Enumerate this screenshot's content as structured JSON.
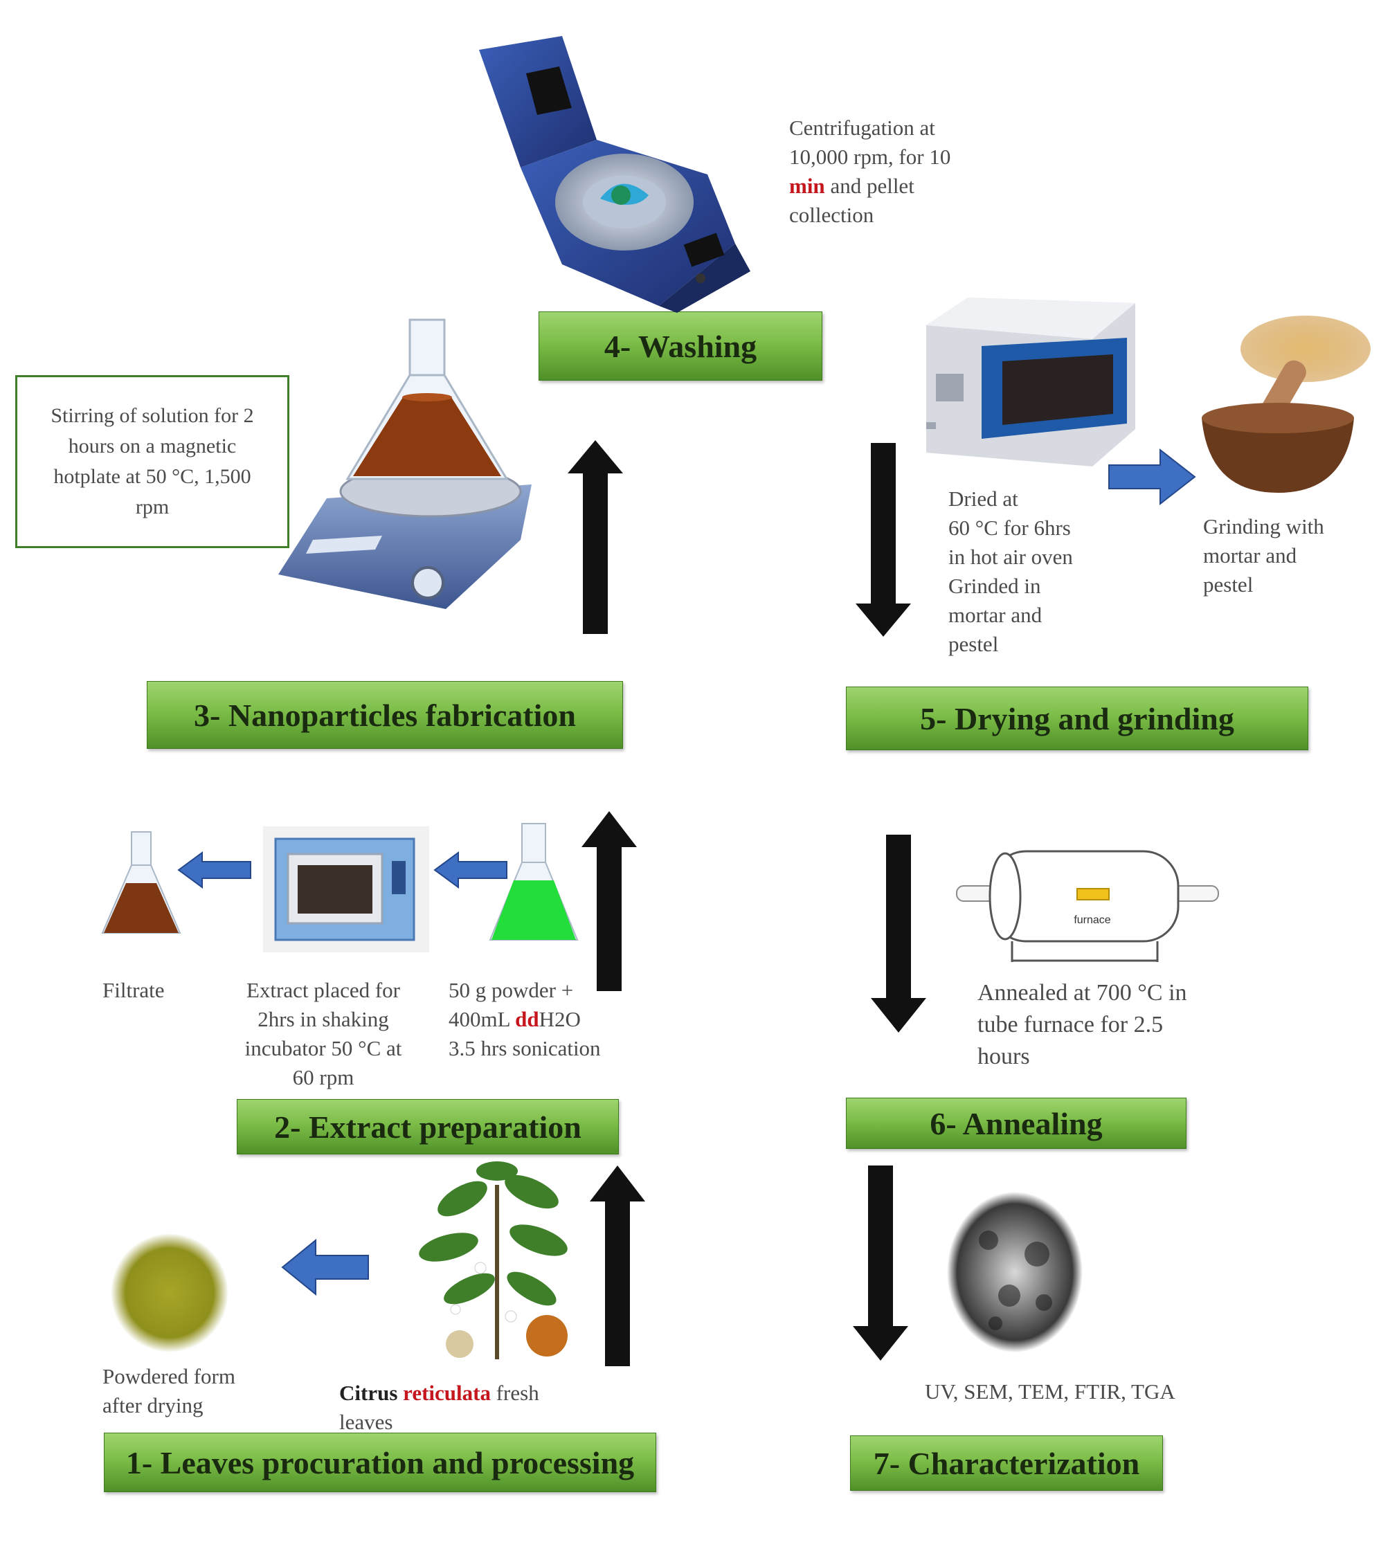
{
  "steps": {
    "s1": "1- Leaves procuration and processing",
    "s2": "2- Extract preparation",
    "s3": "3- Nanoparticles fabrication",
    "s4": "4- Washing",
    "s5": "5- Drying and grinding",
    "s6": "6- Annealing",
    "s7": "7- Characterization"
  },
  "captions": {
    "centrifugation": [
      "Centrifugation at",
      "10,000 rpm, for 10",
      "min",
      " and pellet",
      "collection"
    ],
    "stirring": "Stirring of solution for 2 hours on a magnetic hotplate at 50 °C, 1,500 rpm",
    "dried": [
      "Dried at",
      " 60 °C for 6hrs",
      "in hot air oven",
      "Grinded in",
      "mortar and",
      "pestel"
    ],
    "grinding": [
      "Grinding with",
      "mortar and",
      "pestel"
    ],
    "filtrate": "Filtrate",
    "extract_placed": [
      "Extract placed for",
      "2hrs in shaking",
      "incubator 50 °C at",
      "60 rpm"
    ],
    "powder": [
      "50 g powder +",
      "400mL ",
      "dd",
      "H2O",
      "3.5 hrs sonication"
    ],
    "annealed": [
      "Annealed at 700 °C in",
      "tube furnace for 2.5",
      "hours"
    ],
    "powdered": [
      "Powdered form",
      "after drying"
    ],
    "citrus": [
      "Citrus ",
      "reticulata",
      " fresh",
      "leaves"
    ],
    "characterization": "UV, SEM, TEM, FTIR, TGA",
    "furnace_label": "furnace"
  }
}
